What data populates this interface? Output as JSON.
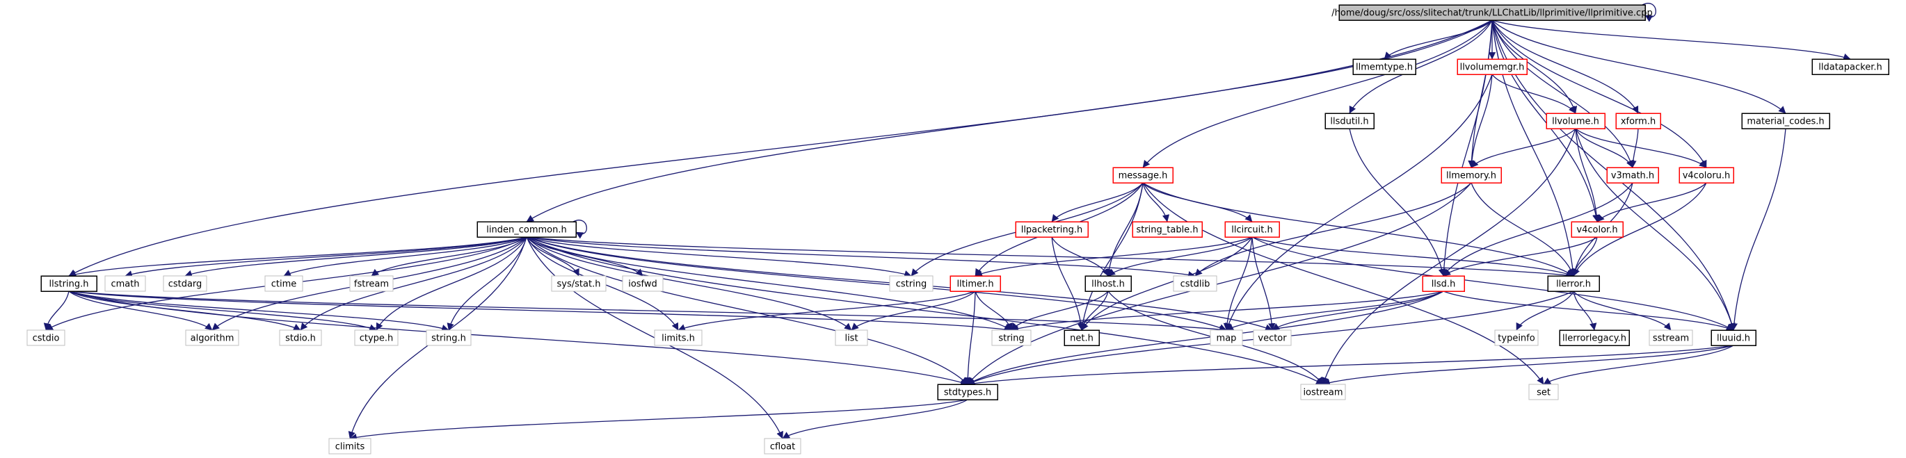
{
  "diagram": {
    "title": "/home/doug/src/oss/slitechat/trunk/LLChatLib/llprimitive/llprimitive.cpp",
    "colors": {
      "edge": "#191970",
      "root_fill": "#bfbfbf",
      "border_default": "#000000",
      "border_red": "#ff0000",
      "border_gray": "#bfbfbf",
      "background": "#ffffff"
    },
    "nodes": [
      {
        "id": "root",
        "label": "/home/doug/src/oss/slitechat/trunk/LLChatLib/llprimitive/llprimitive.cpp",
        "style": "root"
      },
      {
        "id": "llmemtype",
        "label": "llmemtype.h",
        "style": "black"
      },
      {
        "id": "llvolumemgr",
        "label": "llvolumemgr.h",
        "style": "red"
      },
      {
        "id": "lldatapacker",
        "label": "lldatapacker.h",
        "style": "black"
      },
      {
        "id": "llsdutil",
        "label": "llsdutil.h",
        "style": "black"
      },
      {
        "id": "llvolume",
        "label": "llvolume.h",
        "style": "red"
      },
      {
        "id": "xform",
        "label": "xform.h",
        "style": "red"
      },
      {
        "id": "material_codes",
        "label": "material_codes.h",
        "style": "black"
      },
      {
        "id": "message",
        "label": "message.h",
        "style": "red"
      },
      {
        "id": "llmemory",
        "label": "llmemory.h",
        "style": "red"
      },
      {
        "id": "v3math",
        "label": "v3math.h",
        "style": "red"
      },
      {
        "id": "v4coloru",
        "label": "v4coloru.h",
        "style": "red"
      },
      {
        "id": "linden_common",
        "label": "linden_common.h",
        "style": "black"
      },
      {
        "id": "llpacketring",
        "label": "llpacketring.h",
        "style": "red"
      },
      {
        "id": "string_table",
        "label": "string_table.h",
        "style": "red"
      },
      {
        "id": "llcircuit",
        "label": "llcircuit.h",
        "style": "red"
      },
      {
        "id": "v4color",
        "label": "v4color.h",
        "style": "red"
      },
      {
        "id": "llstring",
        "label": "llstring.h",
        "style": "black"
      },
      {
        "id": "cmath",
        "label": "cmath",
        "style": "gray"
      },
      {
        "id": "cstdarg",
        "label": "cstdarg",
        "style": "gray"
      },
      {
        "id": "ctime",
        "label": "ctime",
        "style": "gray"
      },
      {
        "id": "fstream",
        "label": "fstream",
        "style": "gray"
      },
      {
        "id": "sysstat",
        "label": "sys/stat.h",
        "style": "gray"
      },
      {
        "id": "iosfwd",
        "label": "iosfwd",
        "style": "gray"
      },
      {
        "id": "cstring",
        "label": "cstring",
        "style": "gray"
      },
      {
        "id": "lltimer",
        "label": "lltimer.h",
        "style": "red"
      },
      {
        "id": "llhost",
        "label": "llhost.h",
        "style": "black"
      },
      {
        "id": "cstdlib",
        "label": "cstdlib",
        "style": "gray"
      },
      {
        "id": "llsd",
        "label": "llsd.h",
        "style": "red"
      },
      {
        "id": "llerror",
        "label": "llerror.h",
        "style": "black"
      },
      {
        "id": "cstdio",
        "label": "cstdio",
        "style": "gray"
      },
      {
        "id": "algorithm",
        "label": "algorithm",
        "style": "gray"
      },
      {
        "id": "stdio",
        "label": "stdio.h",
        "style": "gray"
      },
      {
        "id": "ctype",
        "label": "ctype.h",
        "style": "gray"
      },
      {
        "id": "stringh",
        "label": "string.h",
        "style": "gray"
      },
      {
        "id": "limits",
        "label": "limits.h",
        "style": "gray"
      },
      {
        "id": "list",
        "label": "list",
        "style": "gray"
      },
      {
        "id": "string",
        "label": "string",
        "style": "gray"
      },
      {
        "id": "net",
        "label": "net.h",
        "style": "black"
      },
      {
        "id": "map",
        "label": "map",
        "style": "gray"
      },
      {
        "id": "vector",
        "label": "vector",
        "style": "gray"
      },
      {
        "id": "typeinfo",
        "label": "typeinfo",
        "style": "gray"
      },
      {
        "id": "llerrorlegacy",
        "label": "llerrorlegacy.h",
        "style": "black"
      },
      {
        "id": "sstream",
        "label": "sstream",
        "style": "gray"
      },
      {
        "id": "lluuid",
        "label": "lluuid.h",
        "style": "black"
      },
      {
        "id": "stdtypes",
        "label": "stdtypes.h",
        "style": "black"
      },
      {
        "id": "iostream",
        "label": "iostream",
        "style": "gray"
      },
      {
        "id": "set",
        "label": "set",
        "style": "gray"
      },
      {
        "id": "climits",
        "label": "climits",
        "style": "gray"
      },
      {
        "id": "cfloat",
        "label": "cfloat",
        "style": "gray"
      }
    ],
    "edges": [
      [
        "root",
        "root"
      ],
      [
        "root",
        "llmemtype"
      ],
      [
        "root",
        "llvolumemgr"
      ],
      [
        "root",
        "lldatapacker"
      ],
      [
        "root",
        "llsdutil"
      ],
      [
        "root",
        "llvolume"
      ],
      [
        "root",
        "xform"
      ],
      [
        "root",
        "material_codes"
      ],
      [
        "root",
        "message"
      ],
      [
        "root",
        "llmemory"
      ],
      [
        "root",
        "v3math"
      ],
      [
        "root",
        "v4coloru"
      ],
      [
        "root",
        "v4color"
      ],
      [
        "root",
        "linden_common"
      ],
      [
        "root",
        "llstring"
      ],
      [
        "root",
        "llsd"
      ],
      [
        "root",
        "llerror"
      ],
      [
        "root",
        "lluuid"
      ],
      [
        "llvolumemgr",
        "llvolume"
      ],
      [
        "llvolumemgr",
        "llmemory"
      ],
      [
        "llvolumemgr",
        "map"
      ],
      [
        "llvolume",
        "llmemory"
      ],
      [
        "llvolume",
        "v3math"
      ],
      [
        "llvolume",
        "v4coloru"
      ],
      [
        "llvolume",
        "v4color"
      ],
      [
        "llvolume",
        "lluuid"
      ],
      [
        "llvolume",
        "iostream"
      ],
      [
        "xform",
        "v3math"
      ],
      [
        "llsdutil",
        "llsd"
      ],
      [
        "material_codes",
        "lluuid"
      ],
      [
        "message",
        "string_table"
      ],
      [
        "message",
        "llpacketring"
      ],
      [
        "message",
        "llcircuit"
      ],
      [
        "message",
        "lltimer"
      ],
      [
        "message",
        "llhost"
      ],
      [
        "message",
        "llerror"
      ],
      [
        "message",
        "net"
      ],
      [
        "message",
        "cstring"
      ],
      [
        "message",
        "set"
      ],
      [
        "llmemory",
        "llerror"
      ],
      [
        "llmemory",
        "cstdlib"
      ],
      [
        "llmemory",
        "stdtypes"
      ],
      [
        "v3math",
        "llerror"
      ],
      [
        "v3math",
        "llsd"
      ],
      [
        "v4coloru",
        "v4color"
      ],
      [
        "v4coloru",
        "llerror"
      ],
      [
        "v4color",
        "llerror"
      ],
      [
        "v4color",
        "llsd"
      ],
      [
        "linden_common",
        "linden_common"
      ],
      [
        "linden_common",
        "llstring"
      ],
      [
        "linden_common",
        "cstdio"
      ],
      [
        "linden_common",
        "cmath"
      ],
      [
        "linden_common",
        "cstdarg"
      ],
      [
        "linden_common",
        "ctime"
      ],
      [
        "linden_common",
        "fstream"
      ],
      [
        "linden_common",
        "sysstat"
      ],
      [
        "linden_common",
        "iosfwd"
      ],
      [
        "linden_common",
        "cstring"
      ],
      [
        "linden_common",
        "cstdlib"
      ],
      [
        "linden_common",
        "llerror"
      ],
      [
        "linden_common",
        "algorithm"
      ],
      [
        "linden_common",
        "stdio"
      ],
      [
        "linden_common",
        "ctype"
      ],
      [
        "linden_common",
        "stringh"
      ],
      [
        "linden_common",
        "limits"
      ],
      [
        "linden_common",
        "list"
      ],
      [
        "linden_common",
        "string"
      ],
      [
        "linden_common",
        "map"
      ],
      [
        "linden_common",
        "stdtypes"
      ],
      [
        "linden_common",
        "iostream"
      ],
      [
        "linden_common",
        "climits"
      ],
      [
        "linden_common",
        "cfloat"
      ],
      [
        "linden_common",
        "vector"
      ],
      [
        "llpacketring",
        "llhost"
      ],
      [
        "llpacketring",
        "net"
      ],
      [
        "llcircuit",
        "lltimer"
      ],
      [
        "llcircuit",
        "llhost"
      ],
      [
        "llcircuit",
        "map"
      ],
      [
        "llcircuit",
        "vector"
      ],
      [
        "llcircuit",
        "net"
      ],
      [
        "llcircuit",
        "llerror"
      ],
      [
        "llcircuit",
        "lluuid"
      ],
      [
        "llstring",
        "cstdio"
      ],
      [
        "llstring",
        "algorithm"
      ],
      [
        "llstring",
        "stdio"
      ],
      [
        "llstring",
        "ctype"
      ],
      [
        "llstring",
        "stringh"
      ],
      [
        "llstring",
        "map"
      ],
      [
        "llstring",
        "stdtypes"
      ],
      [
        "llstring",
        "string"
      ],
      [
        "lltimer",
        "limits"
      ],
      [
        "lltimer",
        "list"
      ],
      [
        "lltimer",
        "string"
      ],
      [
        "lltimer",
        "stdtypes"
      ],
      [
        "llhost",
        "string"
      ],
      [
        "llhost",
        "net"
      ],
      [
        "llhost",
        "iostream"
      ],
      [
        "llsd",
        "map"
      ],
      [
        "llsd",
        "string"
      ],
      [
        "llsd",
        "vector"
      ],
      [
        "llsd",
        "stdtypes"
      ],
      [
        "llsd",
        "lluuid"
      ],
      [
        "llerror",
        "typeinfo"
      ],
      [
        "llerror",
        "llerrorlegacy"
      ],
      [
        "llerror",
        "sstream"
      ],
      [
        "llerror",
        "stdtypes"
      ],
      [
        "lluuid",
        "stdtypes"
      ],
      [
        "lluuid",
        "iostream"
      ],
      [
        "lluuid",
        "set"
      ],
      [
        "stdtypes",
        "climits"
      ],
      [
        "stdtypes",
        "cfloat"
      ]
    ]
  }
}
